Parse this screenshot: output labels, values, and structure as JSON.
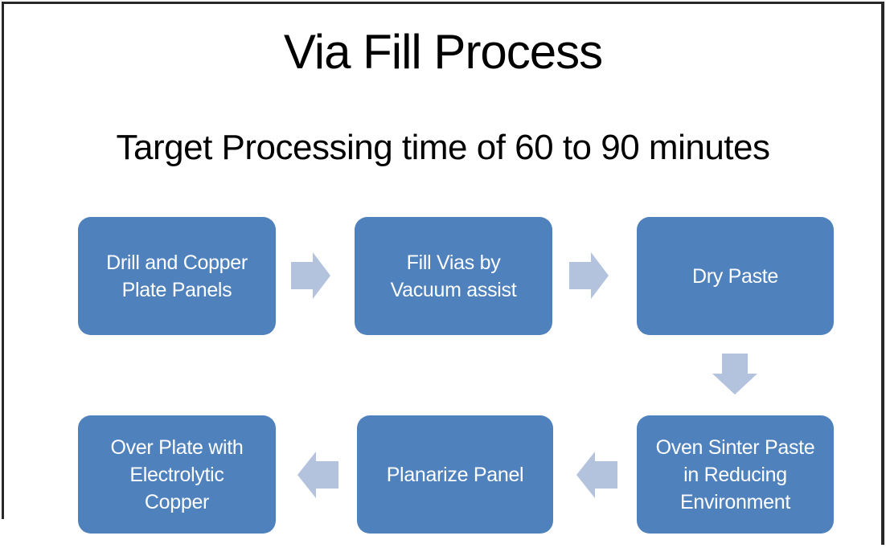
{
  "slide": {
    "title": "Via Fill Process",
    "subtitle": "Target Processing time of 60 to 90 minutes"
  },
  "flow": {
    "steps": [
      {
        "order": 1,
        "label": "Drill and Copper\nPlate Panels"
      },
      {
        "order": 2,
        "label": "Fill Vias by\nVacuum assist"
      },
      {
        "order": 3,
        "label": "Dry Paste"
      },
      {
        "order": 4,
        "label": "Oven Sinter Paste\nin Reducing\nEnvironment"
      },
      {
        "order": 5,
        "label": "Planarize Panel"
      },
      {
        "order": 6,
        "label": "Over Plate with\nElectrolytic\nCopper"
      }
    ],
    "connectors": [
      {
        "direction": "right",
        "from": "Drill and Copper Plate Panels",
        "to": "Fill Vias by Vacuum assist"
      },
      {
        "direction": "right",
        "from": "Fill Vias by Vacuum assist",
        "to": "Dry Paste"
      },
      {
        "direction": "down",
        "from": "Dry Paste",
        "to": "Oven Sinter Paste in Reducing Environment"
      },
      {
        "direction": "left",
        "from": "Oven Sinter Paste in Reducing Environment",
        "to": "Planarize Panel"
      },
      {
        "direction": "left",
        "from": "Planarize Panel",
        "to": "Over Plate with Electrolytic Copper"
      }
    ]
  },
  "colors": {
    "step_box": "#4f81bd",
    "step_text": "#ffffff",
    "arrow": "#b3c2dd",
    "title_text": "#000000",
    "frame": "#282828",
    "background": "#ffffff"
  }
}
